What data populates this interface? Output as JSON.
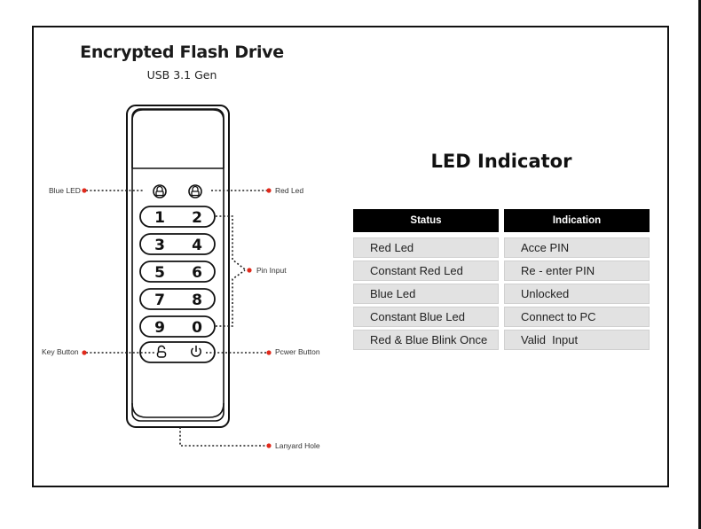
{
  "product": {
    "title": "Encrypted Flash Drive",
    "subtitle": "USB 3.1 Gen"
  },
  "device": {
    "keypad": [
      [
        "1",
        "2"
      ],
      [
        "3",
        "4"
      ],
      [
        "5",
        "6"
      ],
      [
        "7",
        "8"
      ],
      [
        "9",
        "0"
      ]
    ],
    "led_icons": [
      "lock-icon",
      "lock-icon"
    ],
    "bottom_keys": [
      "key-icon",
      "power-icon"
    ]
  },
  "callouts": {
    "blue_led": "Blue LED",
    "red_led": "Red Led",
    "pin_input": "Pin Input",
    "key_button": "Key Button",
    "power_button": "Pcwer Button",
    "lanyard_hole": "Lanyard Hole"
  },
  "colors": {
    "callout_dot": "#e0291b",
    "table_header_bg": "#000000",
    "table_cell_bg": "#e2e2e2"
  },
  "led_table": {
    "title": "LED Indicator",
    "headers": [
      "Status",
      "Indication"
    ],
    "rows": [
      [
        "Red Led",
        "Acce PIN"
      ],
      [
        "Constant Red Led",
        "Re - enter PIN"
      ],
      [
        "Blue Led",
        "Unlocked"
      ],
      [
        "Constant Blue Led",
        "Connect to PC"
      ],
      [
        "Red & Blue Blink Once",
        "Valid  Input"
      ]
    ]
  }
}
